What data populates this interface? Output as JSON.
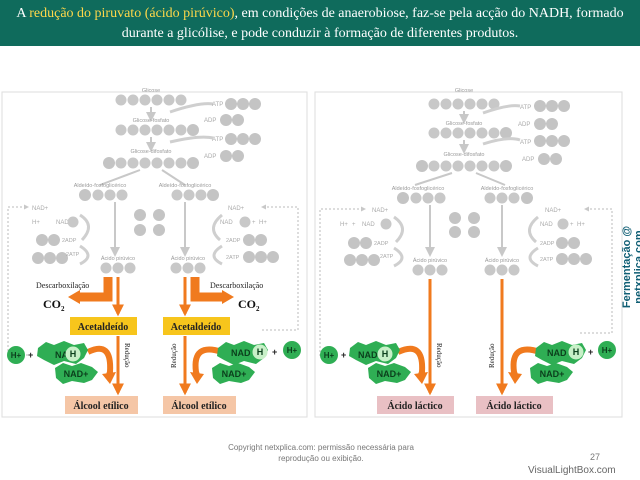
{
  "header": {
    "part1": "A ",
    "highlight": "redução do piruvato (ácido pirúvico)",
    "part2": ", em condições de anaerobiose,  faz-se pela acção do NADH, formado durante a glicólise, e pode conduzir à formação de diferentes produtos."
  },
  "glycolysis": {
    "glicose": "Glicose",
    "glicose_fosfato": "Glicose-fosfato",
    "glicose_difosfato": "Glicose-difosfato",
    "aldeido_fosfoglicerico": "Aldeído-fosfoglicérico",
    "acido_piruvico": "Ácido pirúvico",
    "carbon": "C",
    "phosphate": "P",
    "atp": "ATP",
    "adp": "ADP",
    "two_adp": "2ADP",
    "two_atp": "2ATP"
  },
  "cofactors": {
    "nad": "NAD",
    "h": "H",
    "nad_plus": "NAD+",
    "h_plus": "H+",
    "plus": "+"
  },
  "alcoholic": {
    "descarboxilacao": "Descarboxilação",
    "co2": "CO",
    "co2_sub": "2",
    "acetaldeido": "Acetaldeído",
    "reducao": "Redução",
    "product": "Álcool etílico"
  },
  "lactic": {
    "reducao": "Redução",
    "product": "Ácido láctico"
  },
  "footer": {
    "copyright": "Copyright netxplica.com: permissão necessária para reprodução ou exibição.",
    "slide_number": "27",
    "watermark": "VisualLightBox.com",
    "side_credit": "Fermentação @ netxplica.com"
  },
  "colors": {
    "header_bg": "#0f6b5c",
    "highlight": "#ffd84a",
    "arrow": "#f07a1e",
    "acetaldeido_box": "#f7c51c",
    "alcohol_box": "#f5c6a6",
    "lactic_box": "#e9c0c4",
    "nad_green": "#2fae54",
    "faded_grey": "#c8c8c8"
  }
}
